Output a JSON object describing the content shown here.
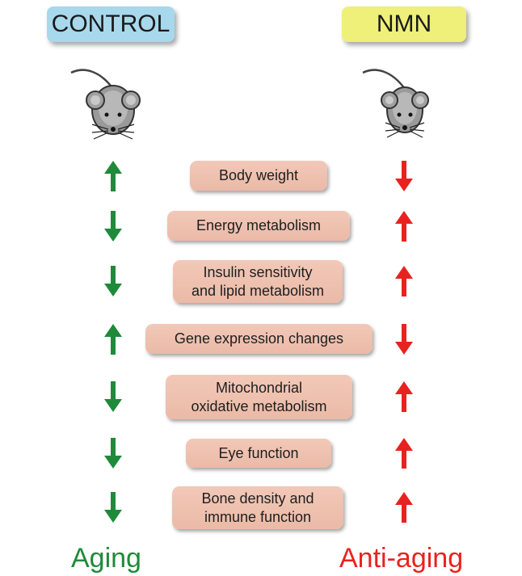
{
  "headers": {
    "control": "CONTROL",
    "nmn": "NMN"
  },
  "colors": {
    "control_header": "#a8d8ec",
    "nmn_header": "#eef07a",
    "aging": "#1f8a3a",
    "anti_aging": "#e8231f",
    "box": "#edbfac"
  },
  "rows": [
    {
      "label": "Body weight",
      "control_arrow": "up",
      "nmn_arrow": "down"
    },
    {
      "label": "Energy metabolism",
      "control_arrow": "down",
      "nmn_arrow": "up"
    },
    {
      "label": "Insulin sensitivity\nand lipid metabolism",
      "control_arrow": "down",
      "nmn_arrow": "up"
    },
    {
      "label": "Gene expression changes",
      "control_arrow": "up",
      "nmn_arrow": "down"
    },
    {
      "label": "Mitochondrial\noxidative metabolism",
      "control_arrow": "down",
      "nmn_arrow": "up"
    },
    {
      "label": "Eye function",
      "control_arrow": "down",
      "nmn_arrow": "up"
    },
    {
      "label": "Bone density and\nimmune function",
      "control_arrow": "down",
      "nmn_arrow": "up"
    }
  ],
  "footers": {
    "aging": "Aging",
    "anti_aging": "Anti-aging"
  },
  "icons": {
    "control_mouse": "mouse-icon",
    "nmn_mouse": "mouse-icon"
  }
}
